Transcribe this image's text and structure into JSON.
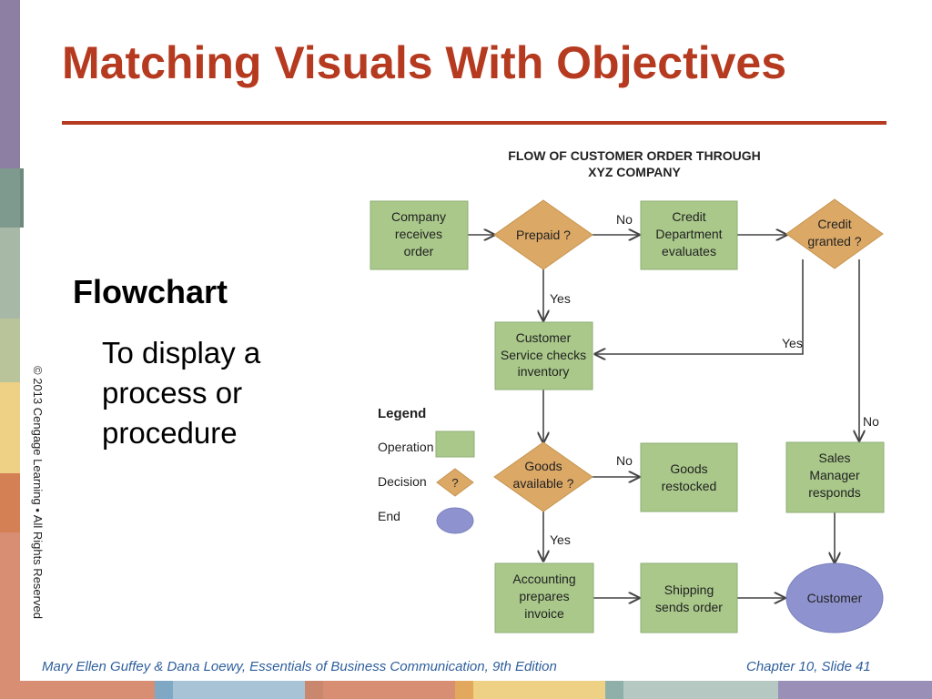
{
  "slide": {
    "title": "Matching Visuals With Objectives",
    "heading": "Flowchart",
    "desc_lines": [
      "To display a",
      "process or",
      "procedure"
    ],
    "copyright": "© 2013 Cengage Learning  •  All Rights Reserved",
    "footer_left": "Mary Ellen Guffey & Dana Loewy, Essentials of Business Communication, 9th Edition",
    "footer_right": "Chapter 10, Slide 41"
  },
  "colors": {
    "accent": "#b53a1f",
    "footer_text": "#2e5f9c",
    "operation_fill": "#a9c88a",
    "decision_fill": "#dba866",
    "end_fill": "#8e93cf"
  },
  "flowchart": {
    "title_lines": [
      "FLOW OF CUSTOMER ORDER THROUGH",
      "XYZ COMPANY"
    ],
    "nodes": {
      "company_receives": [
        "Company",
        "receives",
        "order"
      ],
      "prepaid": [
        "Prepaid ?"
      ],
      "credit_dept": [
        "Credit",
        "Department",
        "evaluates"
      ],
      "credit_granted": [
        "Credit",
        "granted ?"
      ],
      "customer_service": [
        "Customer",
        "Service checks",
        "inventory"
      ],
      "goods_available": [
        "Goods",
        "available ?"
      ],
      "goods_restocked": [
        "Goods",
        "restocked"
      ],
      "sales_manager": [
        "Sales",
        "Manager",
        "responds"
      ],
      "accounting": [
        "Accounting",
        "prepares",
        "invoice"
      ],
      "shipping": [
        "Shipping",
        "sends order"
      ],
      "customer": [
        "Customer"
      ]
    },
    "edge_labels": {
      "prepaid_no": "No",
      "prepaid_yes": "Yes",
      "credit_yes": "Yes",
      "credit_no": "No",
      "goods_no": "No",
      "goods_yes": "Yes"
    },
    "legend": {
      "title": "Legend",
      "operation": "Operation",
      "decision": "Decision",
      "decision_symbol": "?",
      "end": "End"
    }
  }
}
